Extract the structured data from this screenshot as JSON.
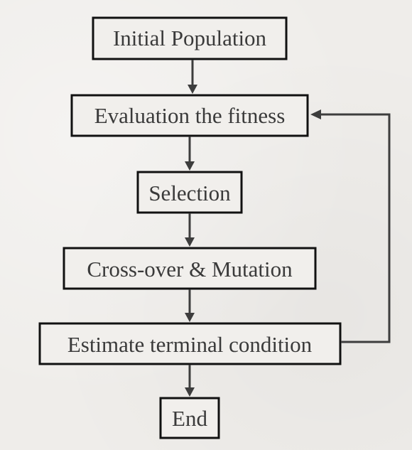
{
  "flowchart": {
    "nodes": {
      "initial_population": "Initial Population",
      "evaluation": "Evaluation the fitness",
      "selection": "Selection",
      "crossover_mutation": "Cross-over & Mutation",
      "estimate_terminal": "Estimate terminal condition",
      "end": "End"
    }
  },
  "colors": {
    "background": "#efedea",
    "box_fill": "#f1efec",
    "box_border": "#111111",
    "text": "#3a3a3a",
    "arrow": "#3d3d3d"
  }
}
